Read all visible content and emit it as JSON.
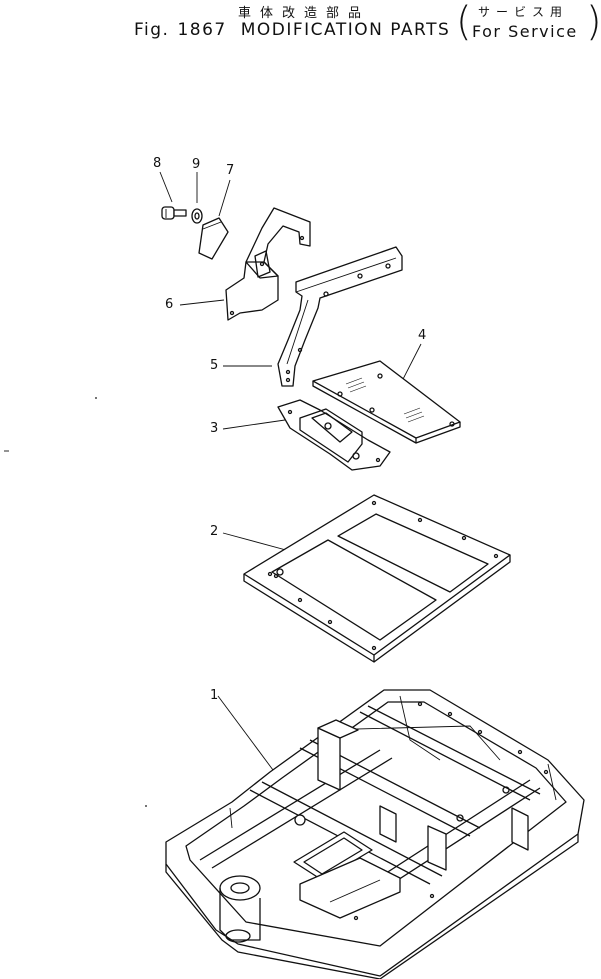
{
  "header": {
    "jp_title": "車体改造部品",
    "fig_label": "Fig.",
    "fig_number": "1867",
    "title": "MODIFICATION PARTS",
    "service_jp": "サービス用",
    "service_en": "For Service"
  },
  "callouts": [
    {
      "id": "1",
      "label": "1"
    },
    {
      "id": "2",
      "label": "2"
    },
    {
      "id": "3",
      "label": "3"
    },
    {
      "id": "4",
      "label": "4"
    },
    {
      "id": "5",
      "label": "5"
    },
    {
      "id": "6",
      "label": "6"
    },
    {
      "id": "7",
      "label": "7"
    },
    {
      "id": "8",
      "label": "8"
    },
    {
      "id": "9",
      "label": "9"
    }
  ]
}
